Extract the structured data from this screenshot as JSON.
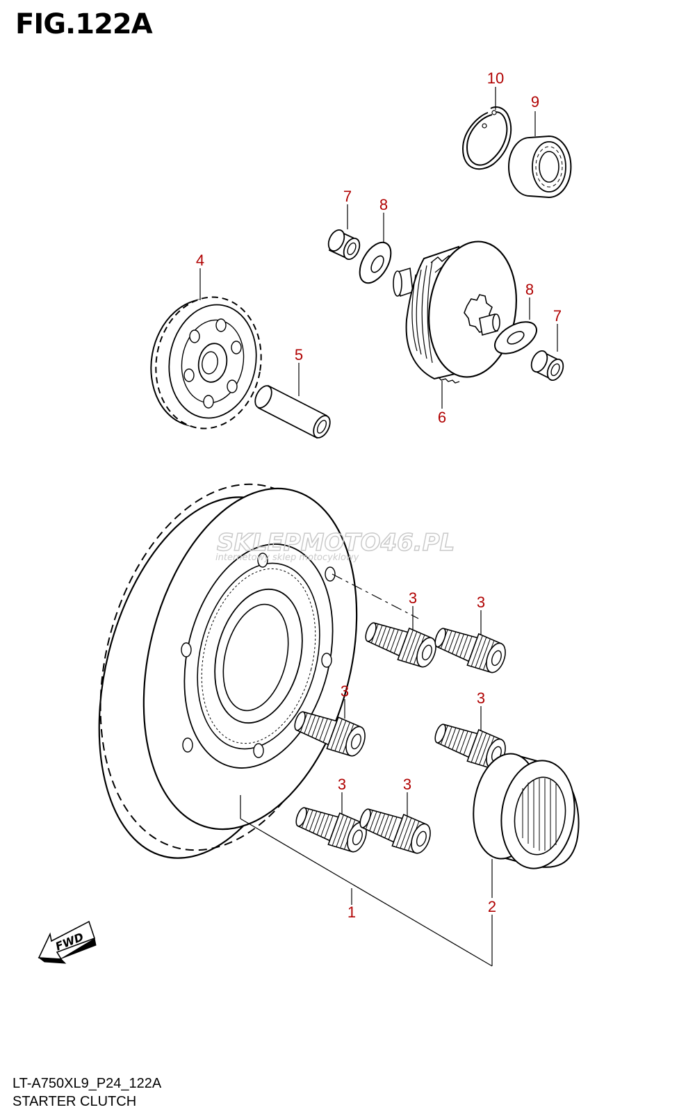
{
  "figure": {
    "title": "FIG.122A",
    "code": "LT-A750XL9_P24_122A",
    "name": "STARTER CLUTCH"
  },
  "watermark": {
    "brand": "SKLEPMOTO46.PL",
    "tagline": "internetowy sklep motocyklowy"
  },
  "direction_badge": "FWD",
  "callouts": {
    "part_1": "1",
    "part_2": "2",
    "part_3": "3",
    "part_4": "4",
    "part_5": "5",
    "part_6": "6",
    "part_7": "7",
    "part_8": "8",
    "part_9": "9",
    "part_10": "10"
  },
  "colors": {
    "callout": "#b00000",
    "line_art": "#000000",
    "watermark": "#c9c9c9"
  }
}
